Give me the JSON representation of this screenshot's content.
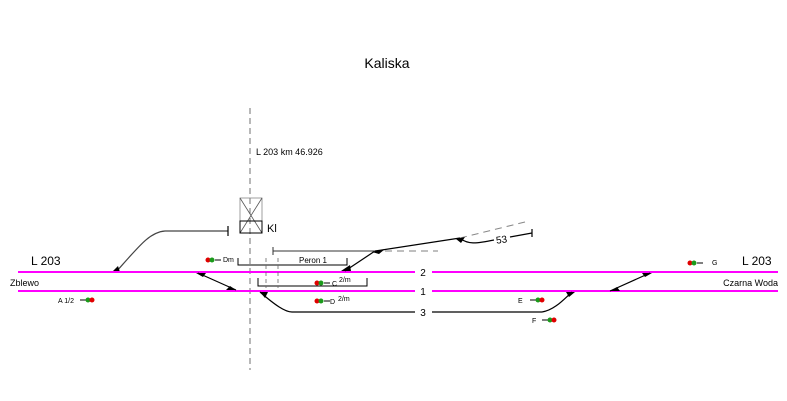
{
  "title": "Kaliska",
  "line_marker": "L 203  km  46.926",
  "crossing_label": "Kl",
  "colors": {
    "main_track": "#ff00ff",
    "track": "#000000",
    "dashed": "#999999",
    "signal_red": "#e00000",
    "signal_green": "#1a9a1a"
  },
  "lines": {
    "left_line": "L 203",
    "right_line": "L 203"
  },
  "directions": {
    "left": "Zblewo",
    "right": "Czarna Woda"
  },
  "tracks": {
    "t2": "2",
    "t1": "1",
    "t3": "3",
    "t53": "53"
  },
  "platform": "Peron 1",
  "signals": {
    "a": "A 1/2",
    "dm": "Dm",
    "c": "C",
    "c_sub": "2/m",
    "d": "D",
    "d_sub": "2/m",
    "e": "E",
    "f": "F",
    "g": "G"
  }
}
